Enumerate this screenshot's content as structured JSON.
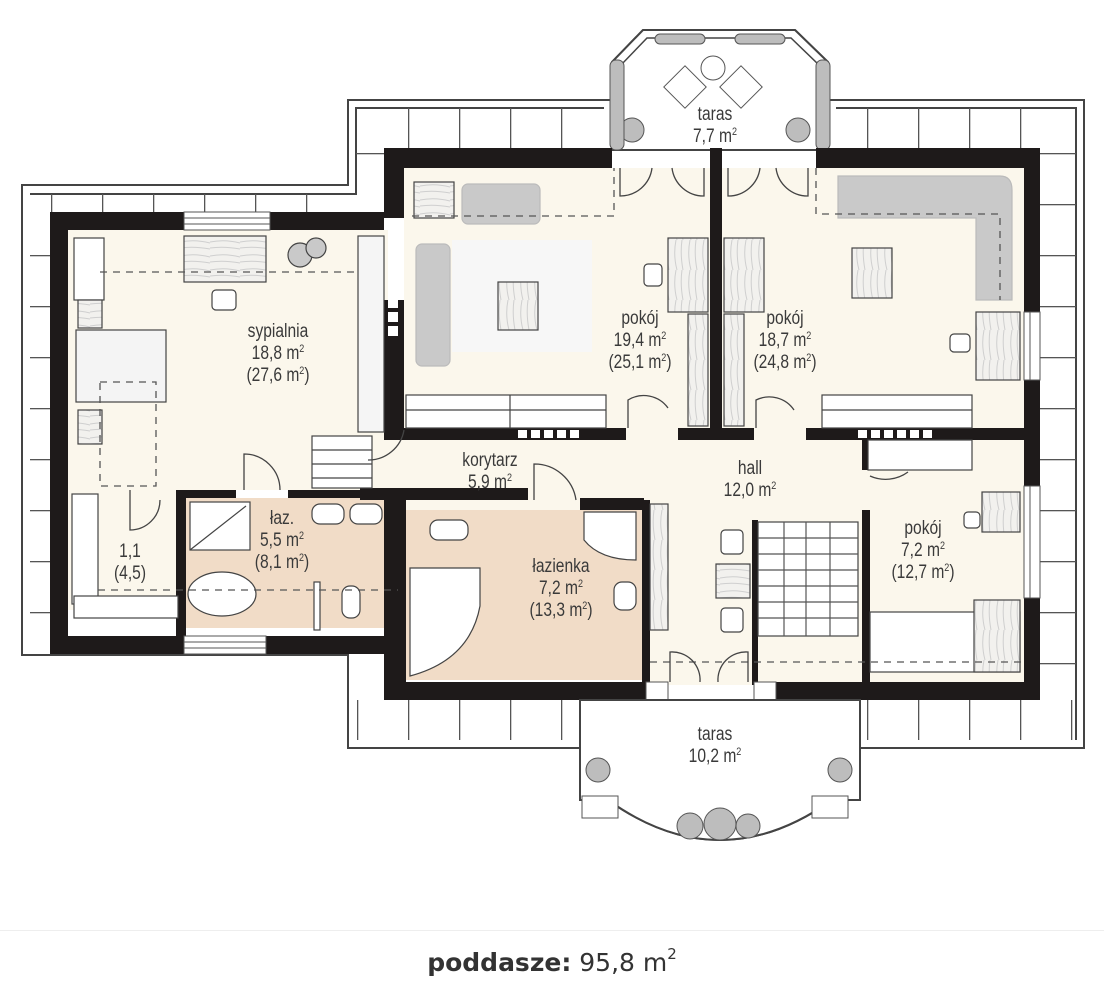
{
  "floor": {
    "name": "poddasze:",
    "area_value": "95,8 m",
    "area_sup": "2"
  },
  "colors": {
    "wall": "#1e1a1a",
    "floor_living": "#fbf7ec",
    "floor_bathroom": "#f1dcc7",
    "terrace": "#ffffff",
    "furniture_gray": "#c9c9c9",
    "wood": "#f0efec",
    "roof_line": "#444444",
    "text": "#3a3a3a"
  },
  "rooms": [
    {
      "id": "terrace-top",
      "name": "taras",
      "area": "7,7 m",
      "sup": "2",
      "total": ""
    },
    {
      "id": "bedroom",
      "name": "sypialnia",
      "area": "18,8 m",
      "sup": "2",
      "total": "(27,6 m",
      "total_sup": "2",
      "total_close": ")"
    },
    {
      "id": "room-1",
      "name": "pokój",
      "area": "19,4 m",
      "sup": "2",
      "total": "(25,1 m",
      "total_sup": "2",
      "total_close": ")"
    },
    {
      "id": "room-2",
      "name": "pokój",
      "area": "18,7 m",
      "sup": "2",
      "total": "(24,8 m",
      "total_sup": "2",
      "total_close": ")"
    },
    {
      "id": "corridor",
      "name": "korytarz",
      "area": "5,9 m",
      "sup": "2",
      "total": ""
    },
    {
      "id": "hall",
      "name": "hall",
      "area": "12,0 m",
      "sup": "2",
      "total": ""
    },
    {
      "id": "closet",
      "name": "1,1",
      "area": "(4,5)",
      "sup": "",
      "total": ""
    },
    {
      "id": "bath-small",
      "name": "łaz.",
      "area": "5,5 m",
      "sup": "2",
      "total": "(8,1 m",
      "total_sup": "2",
      "total_close": ")"
    },
    {
      "id": "bathroom",
      "name": "łazienka",
      "area": "7,2 m",
      "sup": "2",
      "total": "(13,3 m",
      "total_sup": "2",
      "total_close": ")"
    },
    {
      "id": "room-3",
      "name": "pokój",
      "area": "7,2 m",
      "sup": "2",
      "total": "(12,7 m",
      "total_sup": "2",
      "total_close": ")"
    },
    {
      "id": "terrace-bottom",
      "name": "taras",
      "area": "10,2 m",
      "sup": "2",
      "total": ""
    }
  ]
}
